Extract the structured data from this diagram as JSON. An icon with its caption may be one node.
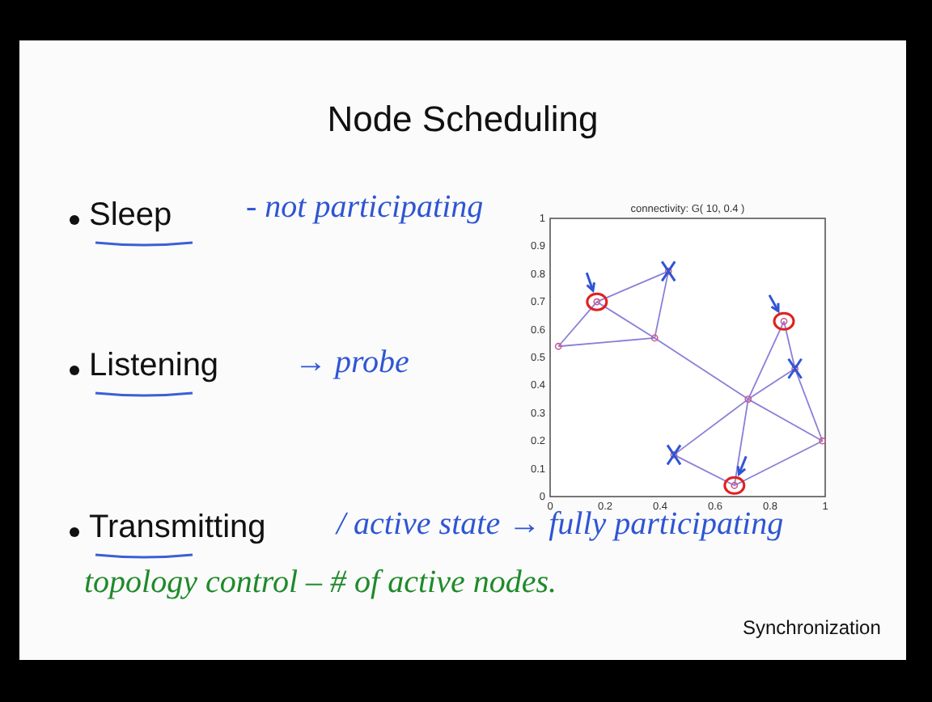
{
  "diagram": {
    "title": "Node Scheduling",
    "labels": [
      "Sleep",
      "- not participating",
      "Listening",
      "→ probe",
      "Transmitting",
      "/ active state → fully participating",
      "topology control – # of active nodes.",
      "Synchronization"
    ],
    "chart_data": {
      "type": "scatter",
      "title": "connectivity: G( 10, 0.4 )",
      "x": [
        0.03,
        0.17,
        0.43,
        0.38,
        0.85,
        0.89,
        0.72,
        0.99,
        0.45,
        0.67
      ],
      "values": [
        0.54,
        0.7,
        0.81,
        0.57,
        0.63,
        0.46,
        0.35,
        0.2,
        0.15,
        0.04
      ],
      "xlim": [
        0,
        1
      ],
      "ylim": [
        0,
        1
      ],
      "xticks": [
        0,
        0.2,
        0.4,
        0.6,
        0.8,
        1
      ],
      "yticks": [
        0,
        0.1,
        0.2,
        0.3,
        0.4,
        0.5,
        0.6,
        0.7,
        0.8,
        0.9,
        1
      ]
    }
  }
}
